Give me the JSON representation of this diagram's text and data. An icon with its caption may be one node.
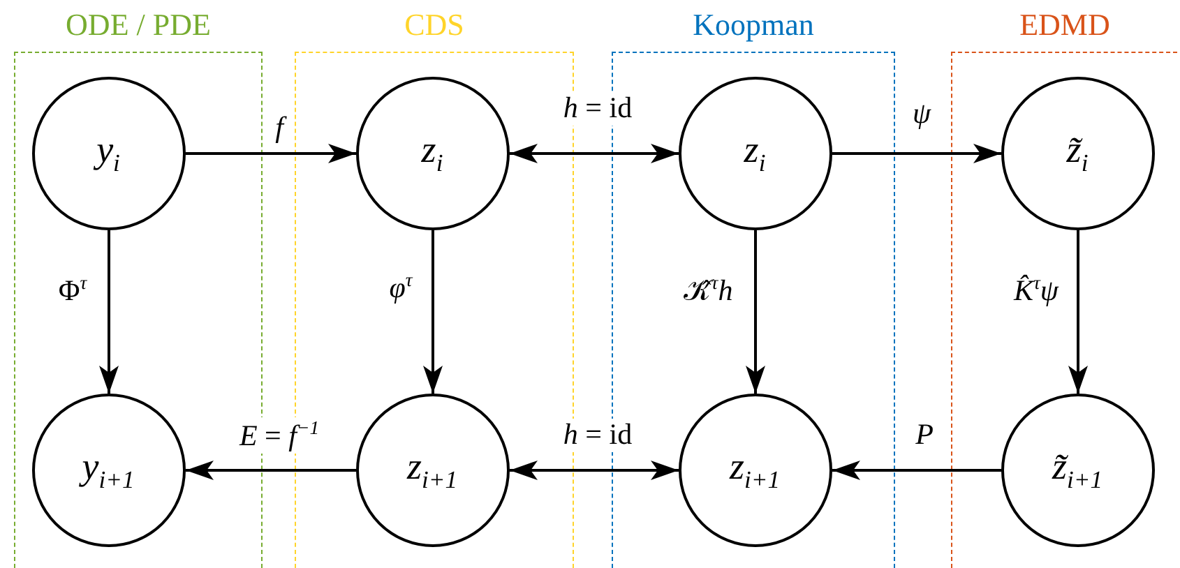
{
  "diagram": {
    "nodes": [
      {
        "text": [
          "ODE / PDE"
        ]
      },
      {
        "text": [
          "*y*$_{i}$"
        ],
        "in": 0
      },
      {
        "text": [
          "*y*$_{i+1}$"
        ],
        "in": 0
      },
      {
        "text": [
          "CDS"
        ]
      },
      {
        "text": [
          "*z*$_{i}$"
        ],
        "in": 3
      },
      {
        "text": [
          "*z*$_{i+1}$"
        ],
        "in": 3
      },
      {
        "text": [
          "Koopman"
        ]
      },
      {
        "text": [
          "*z*$_{i}$"
        ],
        "in": 6
      },
      {
        "text": [
          "*z*$_{i+1}$"
        ],
        "in": 6
      },
      {
        "text": [
          "EDMD"
        ]
      },
      {
        "text": [
          "*z̃*$_{i}$"
        ],
        "in": 9
      },
      {
        "text": [
          "*z̃*$_{i+1}$"
        ],
        "in": 9
      }
    ],
    "edges": [
      {
        "from": 1,
        "to": 4,
        "arrow": "to",
        "label": "*f*"
      },
      {
        "from": 4,
        "to": 7,
        "arrow": "both",
        "label": "*h* = id"
      },
      {
        "from": 7,
        "to": 10,
        "arrow": "to",
        "label": "*ψ*"
      },
      {
        "from": 1,
        "to": 2,
        "arrow": "to",
        "label": "Φ$^{τ}$"
      },
      {
        "from": 4,
        "to": 5,
        "arrow": "to",
        "label": "*φ*$^{τ}$"
      },
      {
        "from": 7,
        "to": 8,
        "arrow": "to",
        "label": "𝒦̂$^{τ}$*h*"
      },
      {
        "from": 10,
        "to": 11,
        "arrow": "to",
        "label": "*K̂*$^{τ}$*ψ*"
      },
      {
        "from": 5,
        "to": 2,
        "arrow": "to",
        "label": "*E* = *f*$^{−1}$"
      },
      {
        "from": 5,
        "to": 8,
        "arrow": "both",
        "label": "*h* = id"
      },
      {
        "from": 11,
        "to": 8,
        "arrow": "to",
        "label": "*P*"
      }
    ]
  }
}
